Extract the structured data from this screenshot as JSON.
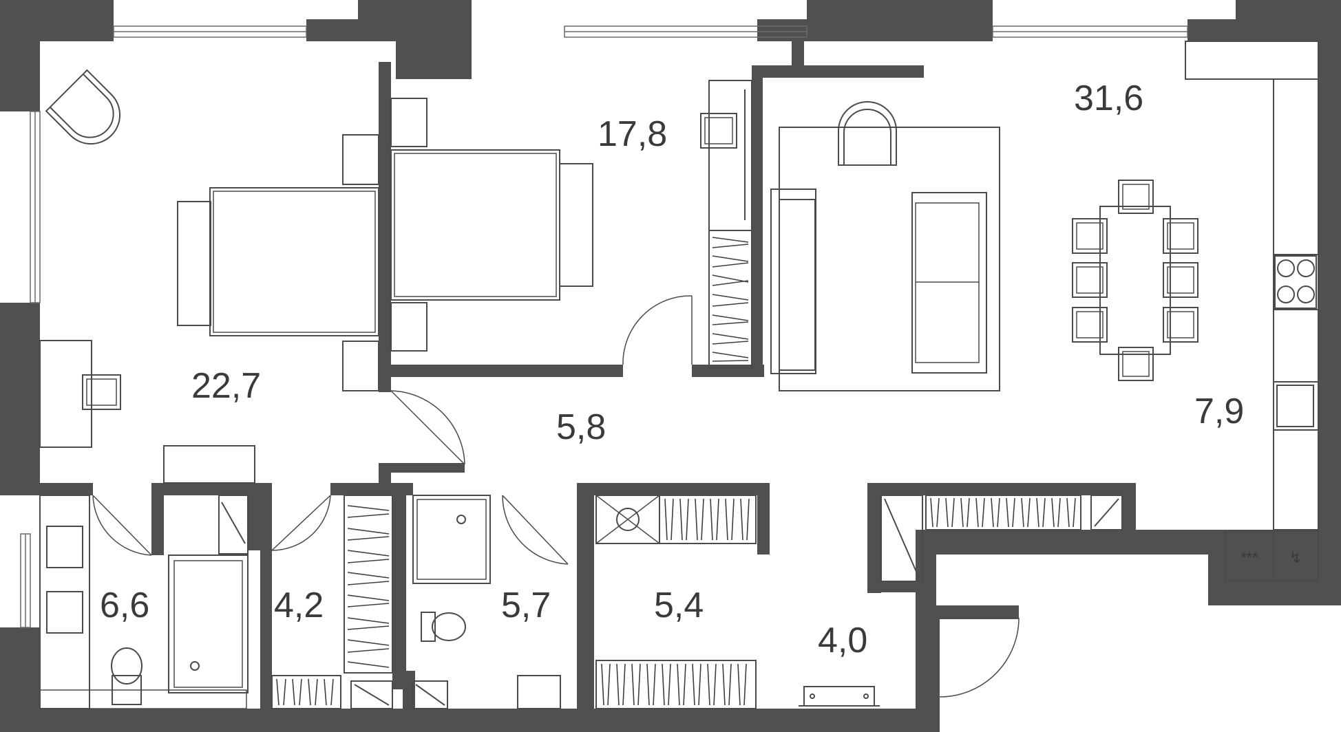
{
  "rooms": {
    "bedroom_1": {
      "area": "22,7"
    },
    "bedroom_2": {
      "area": "17,8"
    },
    "living_kitchen": {
      "area": "31,6"
    },
    "kitchen": {
      "area": "7,9"
    },
    "hall": {
      "area": "5,8"
    },
    "bathroom_1": {
      "area": "6,6"
    },
    "wardrobe": {
      "area": "4,2"
    },
    "bathroom_2": {
      "area": "5,7"
    },
    "laundry": {
      "area": "5,4"
    },
    "entrance": {
      "area": "4,0"
    }
  },
  "symbols": {
    "ventilation": "***",
    "electric_panel": "↯"
  },
  "colors": {
    "wall": "#505050",
    "line": "#4a4a4a",
    "background": "#ffffff"
  }
}
